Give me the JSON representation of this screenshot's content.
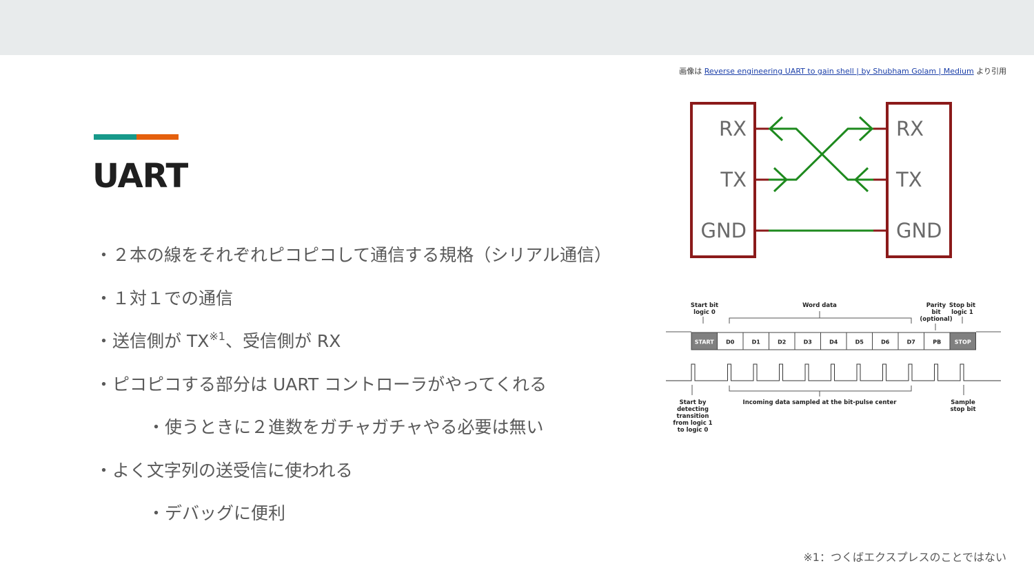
{
  "slide": {
    "title": "UART",
    "bullets": [
      {
        "text": "・２本の線をそれぞれピコピコして通信する規格（シリアル通信）",
        "level": 0
      },
      {
        "text": "・１対１での通信",
        "level": 0
      },
      {
        "text_before": "・送信側が TX",
        "note_mark": "※1",
        "text_after": "、受信側が RX",
        "level": 0
      },
      {
        "text": "・ピコピコする部分は UART コントローラがやってくれる",
        "level": 0
      },
      {
        "text": "・使うときに２進数をガチャガチャやる必要は無い",
        "level": 1
      },
      {
        "text": "・よく文字列の送受信に使われる",
        "level": 0
      },
      {
        "text": "・デバッグに便利",
        "level": 1
      }
    ],
    "credit": {
      "prefix": "画像は",
      "link_text": "Reverse engineering UART to gain shell | by Shubham Golam | Medium",
      "suffix": "より引用"
    },
    "footnote": "※1：つくばエクスプレスのことではない"
  },
  "colors": {
    "accent_teal": "#17998a",
    "accent_orange": "#e5600d",
    "title": "#1f1f1f",
    "body_text": "#595959",
    "header_band": "#e8ebec",
    "wire_box": "#8b1a1a",
    "wire_line": "#1e8a1e",
    "start_stop_fill": "#808080",
    "link": "#1a3ea8"
  },
  "wiring_diagram": {
    "left_device_pins": [
      "RX",
      "TX",
      "GND"
    ],
    "right_device_pins": [
      "RX",
      "TX",
      "GND"
    ]
  },
  "frame_diagram": {
    "cells": [
      "START",
      "D0",
      "D1",
      "D2",
      "D3",
      "D4",
      "D5",
      "D6",
      "D7",
      "PB",
      "STOP"
    ],
    "labels": {
      "start_bit": [
        "Start bit",
        "logic 0"
      ],
      "word_data": "Word data",
      "parity_bit": [
        "Parity",
        "bit",
        "(optional)"
      ],
      "stop_bit": [
        "Stop bit",
        "logic 1"
      ],
      "start_detect": [
        "Start by",
        "detecting",
        "transition",
        "from logic 1",
        "to logic 0"
      ],
      "incoming": "Incoming data sampled at the bit-pulse center",
      "sample_stop": [
        "Sample",
        "stop bit"
      ]
    }
  }
}
